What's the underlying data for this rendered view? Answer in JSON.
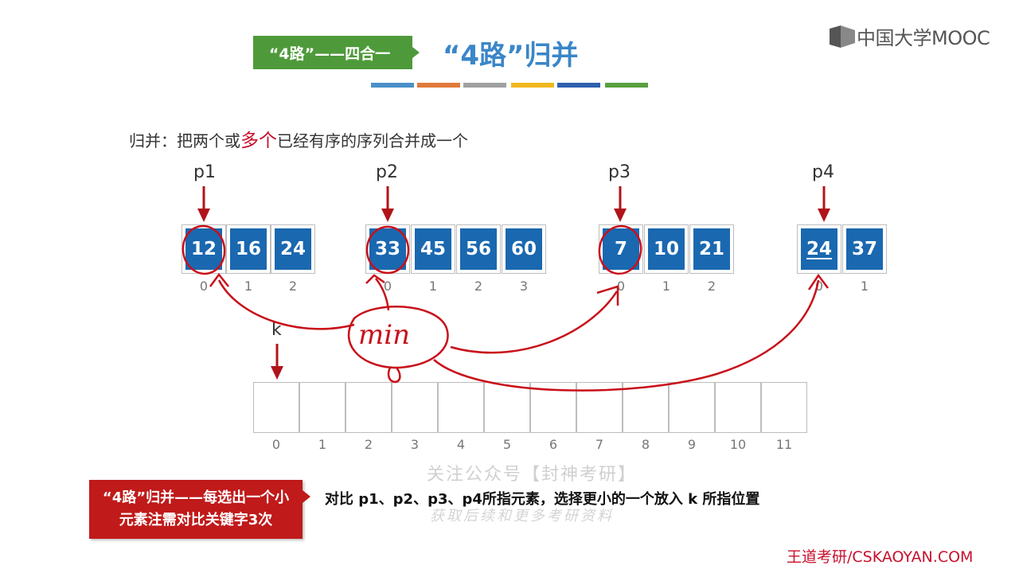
{
  "header": {
    "tag": "“4路”——四合一",
    "title": "“4路”归并",
    "color_bars": [
      "#4a90c8",
      "#e07a3a",
      "#a0a0a0",
      "#f0b81e",
      "#2f5fae",
      "#5aa040"
    ]
  },
  "logo": {
    "text": "中国大学MOOC"
  },
  "intro": {
    "before": "归并：把两个或",
    "highlight": "多个",
    "after": "已经有序的序列合并成一个"
  },
  "arrays": [
    {
      "pointer": "p1",
      "values": [
        "12",
        "16",
        "24"
      ],
      "indices": [
        "0",
        "1",
        "2"
      ]
    },
    {
      "pointer": "p2",
      "values": [
        "33",
        "45",
        "56",
        "60"
      ],
      "indices": [
        "0",
        "1",
        "2",
        "3"
      ]
    },
    {
      "pointer": "p3",
      "values": [
        "7",
        "10",
        "21"
      ],
      "indices": [
        "0",
        "1",
        "2"
      ]
    },
    {
      "pointer": "p4",
      "values": [
        "24",
        "37"
      ],
      "indices": [
        "0",
        "1"
      ]
    }
  ],
  "target": {
    "pointer": "k",
    "indices": [
      "0",
      "1",
      "2",
      "3",
      "4",
      "5",
      "6",
      "7",
      "8",
      "9",
      "10",
      "11"
    ]
  },
  "annotation": {
    "text": "min"
  },
  "watermark": {
    "line1": "关注公众号【封神考研】",
    "line2": "获取后续和更多考研资料"
  },
  "callout": {
    "line1": "“4路”归并——每选出一个小",
    "line2": "元素注需对比关键字3次",
    "description": "对比 p1、p2、p3、p4所指元素，选择更小的一个放入 k 所指位置"
  },
  "footer": {
    "text": "王道考研/CSKAOYAN.COM"
  },
  "colors": {
    "cell": "#1a68b0",
    "accent_red": "#c01a1a",
    "green": "#4e9a3a",
    "title_blue": "#3a86c8"
  }
}
